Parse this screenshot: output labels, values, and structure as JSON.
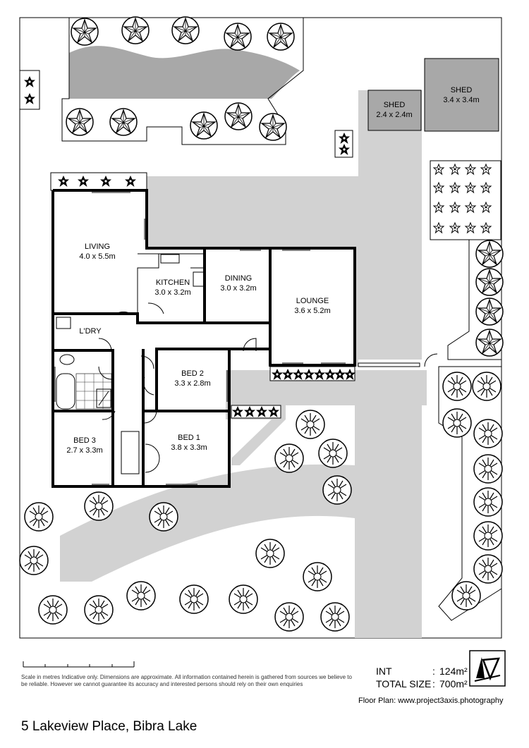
{
  "rooms": {
    "living": {
      "name": "LIVING",
      "dims": "4.0 x 5.5m"
    },
    "kitchen": {
      "name": "KITCHEN",
      "dims": "3.0 x 3.2m"
    },
    "dining": {
      "name": "DINING",
      "dims": "3.0 x 3.2m"
    },
    "lounge": {
      "name": "LOUNGE",
      "dims": "3.6 x 5.2m"
    },
    "laundry": {
      "name": "L'DRY"
    },
    "bed2": {
      "name": "BED 2",
      "dims": "3.3 x 2.8m"
    },
    "bed1": {
      "name": "BED 1",
      "dims": "3.8 x 3.3m"
    },
    "bed3": {
      "name": "BED 3",
      "dims": "2.7 x 3.3m"
    }
  },
  "sheds": [
    {
      "name": "SHED",
      "dims": "2.4 x 2.4m"
    },
    {
      "name": "SHED",
      "dims": "3.4 x 3.4m"
    }
  ],
  "footer": {
    "disclaimer": "Scale in metres Indicative only. Dimensions are approximate. All information contained herein is gathered from sources we believe to be reliable. However we cannot guarantee its accuracy and interested persons should rely on their own enquiries",
    "address": "5 Lakeview Place, Bibra Lake",
    "credit": "Floor Plan: www.project3axis.photography",
    "int_label": "INT",
    "int_value": "124m²",
    "total_label": "TOTAL SIZE",
    "total_value": "700m²"
  },
  "colors": {
    "paving": "#d2d2d2",
    "garden": "#a8a8a8",
    "wall": "#000000"
  },
  "icons": [
    "round-tree-icon",
    "star-shrub-icon",
    "small-flower-icon",
    "logo-icon"
  ]
}
